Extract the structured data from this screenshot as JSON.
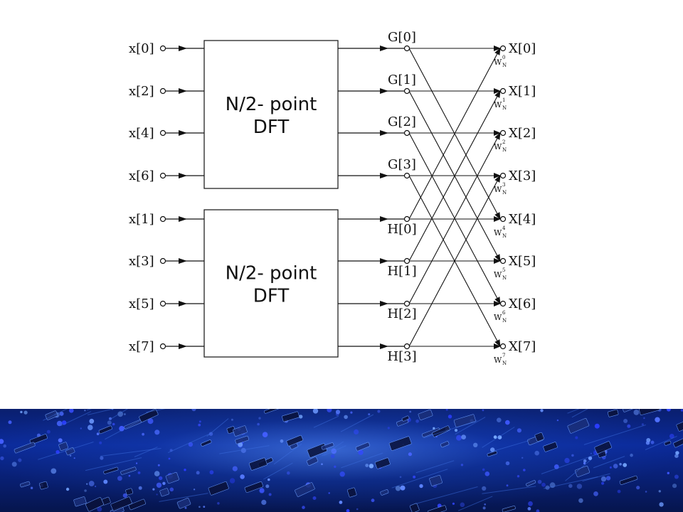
{
  "diagram": {
    "inputs_top": [
      "x[0]",
      "x[2]",
      "x[4]",
      "x[6]"
    ],
    "inputs_bottom": [
      "x[1]",
      "x[3]",
      "x[5]",
      "x[7]"
    ],
    "dft_blocks": [
      {
        "line1": "N/2- point",
        "line2": "DFT"
      },
      {
        "line1": "N/2- point",
        "line2": "DFT"
      }
    ],
    "g_labels": [
      "G[0]",
      "G[1]",
      "G[2]",
      "G[3]"
    ],
    "h_labels": [
      "H[0]",
      "H[1]",
      "H[2]",
      "H[3]"
    ],
    "outputs": [
      "X[0]",
      "X[1]",
      "X[2]",
      "X[3]",
      "X[4]",
      "X[5]",
      "X[6]",
      "X[7]"
    ],
    "twiddle_base": "W",
    "twiddle_subscript": "N",
    "twiddle_exponents": [
      "0",
      "1",
      "2",
      "3",
      "4",
      "5",
      "6",
      "7"
    ]
  },
  "footer": {
    "image_description": "blue circuit board photograph",
    "colors": {
      "dark": "#06154d",
      "mid": "#0b2a9a",
      "glow": "#5a96ff"
    }
  }
}
